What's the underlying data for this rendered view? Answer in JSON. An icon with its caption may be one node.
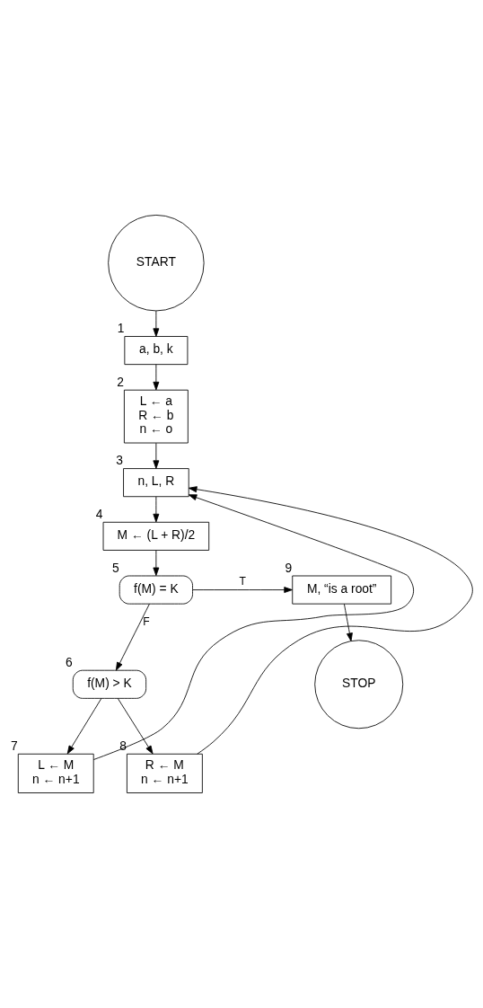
{
  "diagram": {
    "nodes": [
      {
        "text": [
          "START"
        ]
      },
      {
        "text": [
          "a, b, k"
        ],
        "beside": [
          "1"
        ]
      },
      {
        "text": [
          "L ← a",
          "R ← b",
          "n ← o"
        ],
        "beside": [
          "2"
        ]
      },
      {
        "text": [
          "n, L, R"
        ],
        "beside": [
          "3"
        ]
      },
      {
        "text": [
          "M ← (L + R)/2"
        ],
        "beside": [
          "4"
        ]
      },
      {
        "text": [
          "f(M) = K"
        ],
        "beside": [
          "5"
        ]
      },
      {
        "text": [
          "f(M) > K"
        ],
        "beside": [
          "6"
        ]
      },
      {
        "text": [
          "L ← M",
          "n ← n+1"
        ],
        "beside": [
          "7"
        ]
      },
      {
        "text": [
          "R ← M",
          "n ← n+1"
        ],
        "beside": [
          "8"
        ]
      },
      {
        "text": [
          "M, “is a root”"
        ],
        "beside": [
          "9"
        ]
      },
      {
        "text": [
          "STOP"
        ]
      }
    ],
    "edges": [
      {
        "from": 0,
        "to": 1,
        "arrow": "to"
      },
      {
        "from": 1,
        "to": 2,
        "arrow": "to"
      },
      {
        "from": 2,
        "to": 3,
        "arrow": "to"
      },
      {
        "from": 3,
        "to": 4,
        "arrow": "to"
      },
      {
        "from": 4,
        "to": 5,
        "arrow": "to"
      },
      {
        "from": 5,
        "to": 9,
        "arrow": "to",
        "label": "T"
      },
      {
        "from": 5,
        "to": 6,
        "arrow": "to",
        "label": "F"
      },
      {
        "from": 6,
        "to": 7,
        "arrow": "to"
      },
      {
        "from": 6,
        "to": 8,
        "arrow": "to"
      },
      {
        "from": 9,
        "to": 10,
        "arrow": "to"
      },
      {
        "from": 7,
        "to": 3,
        "arrow": "to"
      },
      {
        "from": 8,
        "to": 3,
        "arrow": "to"
      }
    ]
  }
}
